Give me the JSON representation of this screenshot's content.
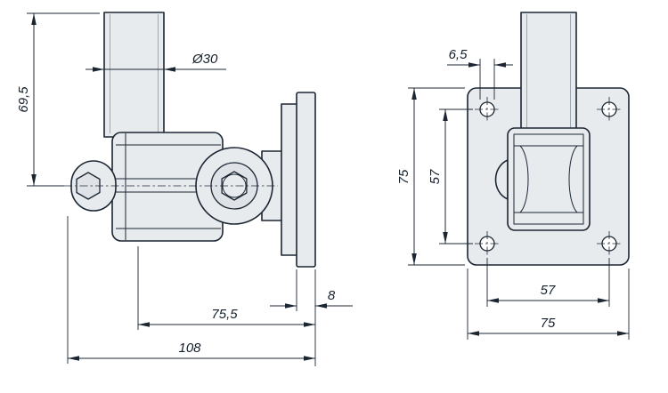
{
  "colors": {
    "background": "#ffffff",
    "line": "#1c2633",
    "part_fill": "#e8ebee"
  },
  "side_view": {
    "dim_height": "69,5",
    "dim_tube_diameter": "Ø30",
    "dim_flange_thickness": "8",
    "dim_axis_to_face": "75,5",
    "dim_overall_depth": "108"
  },
  "front_view": {
    "dim_hole_diameter": "6,5",
    "dim_plate_height": "75",
    "dim_hole_pitch_vertical": "57",
    "dim_hole_pitch_horizontal": "57",
    "dim_plate_width": "75"
  }
}
